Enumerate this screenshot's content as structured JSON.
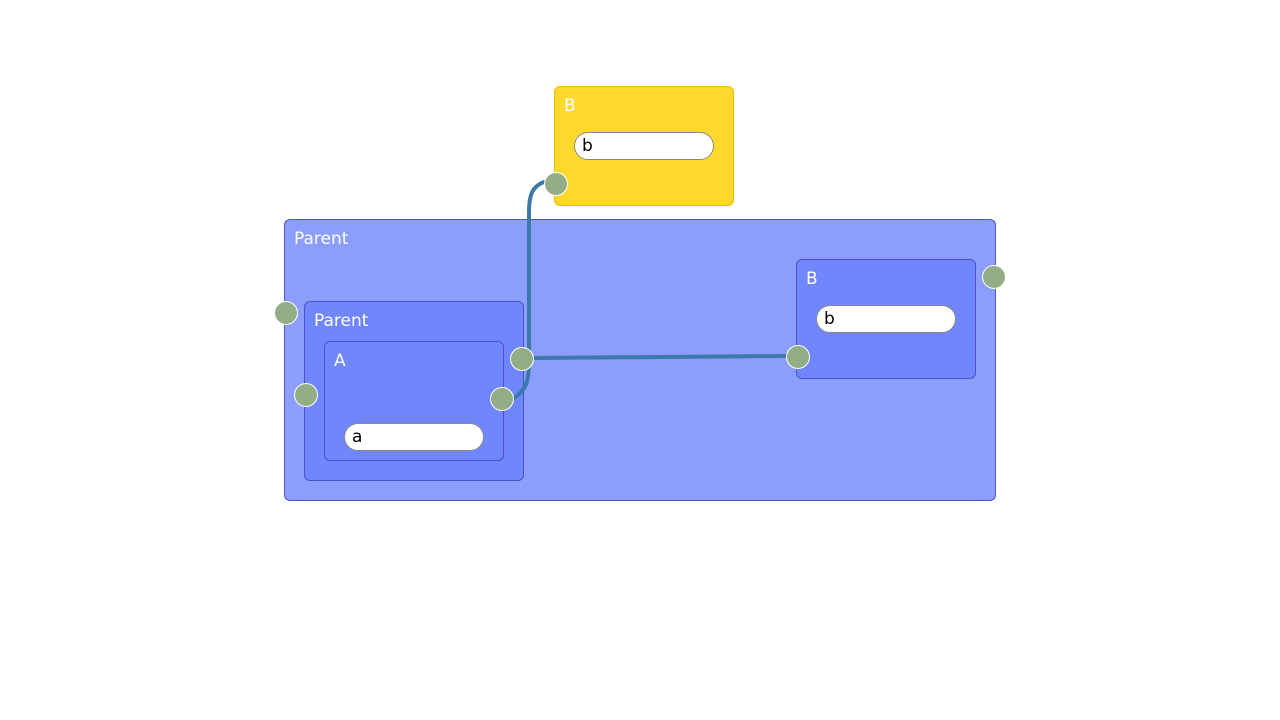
{
  "colors": {
    "outer_parent_fill": "#8b9dfd",
    "outer_parent_border": "#4f56c6",
    "inner_node_fill": "#6f86fd",
    "inner_node_border": "#4a52c2",
    "highlight_node_fill": "#fed92c",
    "highlight_node_border": "#e4bd0b",
    "port_fill": "#93ae87",
    "edge": "#3b7aaa"
  },
  "nodes": {
    "outer_parent": {
      "title": "Parent"
    },
    "inner_parent": {
      "title": "Parent"
    },
    "node_a": {
      "title": "A",
      "field_value": "a"
    },
    "node_b_inner": {
      "title": "B",
      "field_value": "b"
    },
    "node_b_top": {
      "title": "B",
      "field_value": "b"
    }
  },
  "edges": [
    {
      "from": "node-a-output-port",
      "to": "node-b-top-input-port"
    },
    {
      "from": "inner-parent-output-port",
      "to": "node-b-inner-input-port"
    }
  ]
}
